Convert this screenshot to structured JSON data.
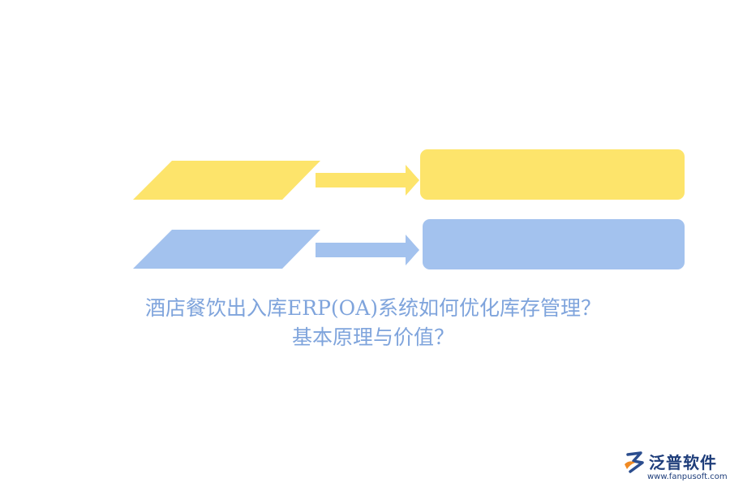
{
  "title": {
    "line1": "酒店餐饮出入库ERP(OA)系统如何优化库存管理？",
    "line2": "基本原理与价值？"
  },
  "logo": {
    "name": "泛普软件",
    "url": "www.fanpusoft.com"
  },
  "colors": {
    "yellow": "#fde46b",
    "blue": "#a3c2ee",
    "title_text": "#7fa4dc",
    "logo_text": "#1e3d7a",
    "logo_orange": "#f08a24",
    "logo_navy": "#2b4d8e"
  }
}
